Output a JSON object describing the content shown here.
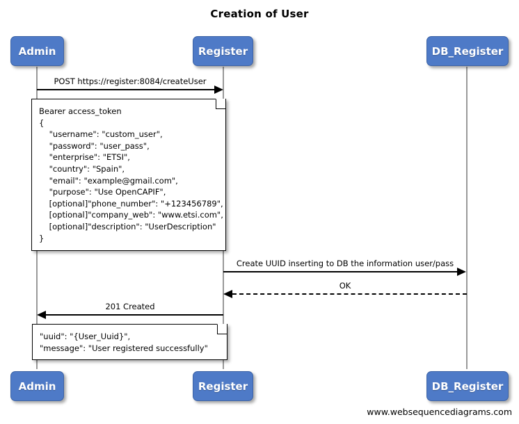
{
  "diagram": {
    "title": "Creation of User",
    "footer_credit": "www.websequencediagrams.com",
    "colors": {
      "participant_fill": "#4e7ac7",
      "participant_border": "#3c63a6",
      "participant_text": "#ffffff",
      "lifeline": "#999999",
      "arrow": "#000000",
      "note_fill": "#ffffff",
      "note_border": "#000000",
      "background": "#ffffff"
    }
  },
  "participants": [
    {
      "id": "admin",
      "label": "Admin"
    },
    {
      "id": "register",
      "label": "Register"
    },
    {
      "id": "db_register",
      "label": "DB_Register"
    }
  ],
  "messages": [
    {
      "id": "m1",
      "label": "POST https://register:8084/createUser",
      "from": "admin",
      "to": "register",
      "style": "solid",
      "direction": "right"
    },
    {
      "id": "m2",
      "label": "Create UUID inserting to DB the information user/pass",
      "from": "register",
      "to": "db_register",
      "style": "solid",
      "direction": "right"
    },
    {
      "id": "m3",
      "label": "OK",
      "from": "db_register",
      "to": "register",
      "style": "dashed",
      "direction": "left"
    },
    {
      "id": "m4",
      "label": "201 Created",
      "from": "register",
      "to": "admin",
      "style": "solid",
      "direction": "left"
    }
  ],
  "notes": [
    {
      "id": "note-request",
      "text": "Bearer access_token\n{\n    \"username\": \"custom_user\",\n    \"password\": \"user_pass\",\n    \"enterprise\": \"ETSI\",\n    \"country\": \"Spain\",\n    \"email\": \"example@gmail.com\",\n    \"purpose\": \"Use OpenCAPIF\",\n    [optional]\"phone_number\": \"+123456789\",\n    [optional]\"company_web\": \"www.etsi.com\",\n    [optional]\"description\": \"UserDescription\"\n}"
    },
    {
      "id": "note-response",
      "text": "\"uuid\": \"{User_Uuid}\",\n\"message\": \"User registered successfully\""
    }
  ]
}
